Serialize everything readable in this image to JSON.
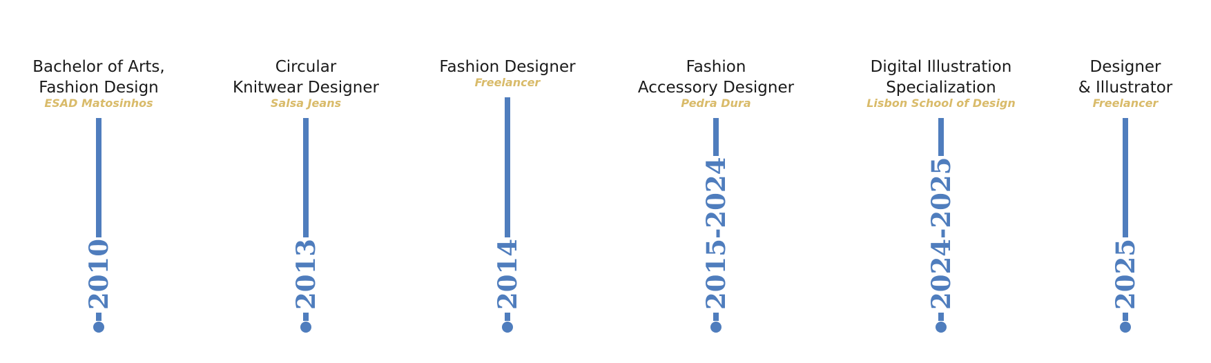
{
  "milestones": [
    {
      "year": "2010",
      "title_lines": [
        "Bachelor of Arts,",
        "Fashion Design"
      ],
      "organization": "ESAD Matosinhos"
    },
    {
      "year": "2013",
      "title_lines": [
        "Circular",
        "Knitwear Designer"
      ],
      "organization": "Salsa Jeans"
    },
    {
      "year": "2014",
      "title_lines": [
        "Fashion Designer"
      ],
      "organization": "Freelancer"
    },
    {
      "year": "2015-2024",
      "title_lines": [
        "Fashion",
        "Accessory Designer"
      ],
      "organization": "Pedra Dura"
    },
    {
      "year": "2024-2025",
      "title_lines": [
        "Digital Illustration",
        "Specialization"
      ],
      "organization": "Lisbon School of Design"
    },
    {
      "year": "2025",
      "title_lines": [
        "Designer",
        "& Illustrator"
      ],
      "organization": "Freelancer"
    }
  ],
  "colors": {
    "accent": "#4f7dbd",
    "organization": "#d9bb6a",
    "title": "#1a1a1a"
  }
}
